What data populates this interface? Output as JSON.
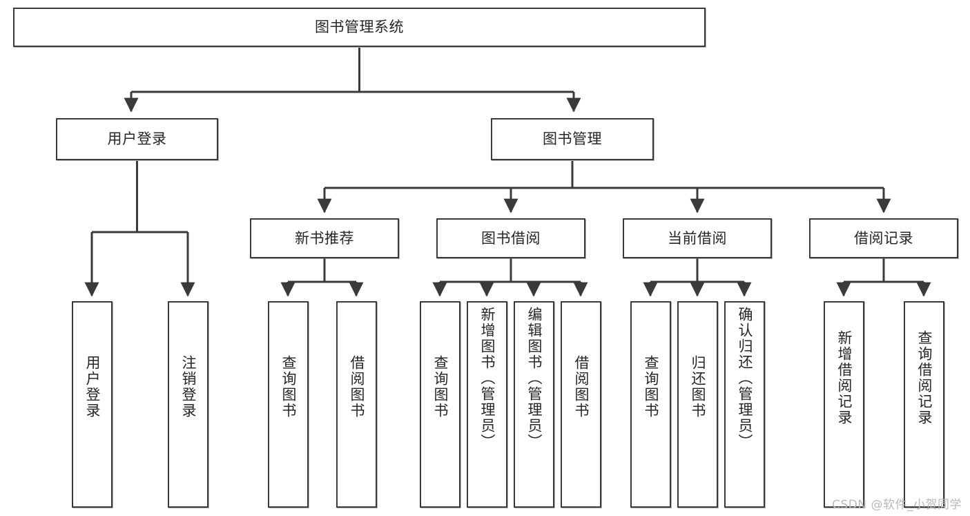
{
  "diagram": {
    "title_node": {
      "label": "图书管理系统"
    },
    "level2": [
      {
        "id": "user-login",
        "label": "用户登录"
      },
      {
        "id": "book-management",
        "label": "图书管理"
      }
    ],
    "level3": [
      {
        "id": "new-book-recommend",
        "label": "新书推荐"
      },
      {
        "id": "book-borrow",
        "label": "图书借阅"
      },
      {
        "id": "current-borrow",
        "label": "当前借阅"
      },
      {
        "id": "borrow-record",
        "label": "借阅记录"
      }
    ],
    "leaves": {
      "user_login": [
        {
          "id": "leaf-user-login",
          "label": "用户登录"
        },
        {
          "id": "leaf-logout-login",
          "label": "注销登录"
        }
      ],
      "new_book_recommend": [
        {
          "id": "leaf-query-book-1",
          "label": "查询图书"
        },
        {
          "id": "leaf-borrow-book-1",
          "label": "借阅图书"
        }
      ],
      "book_borrow": [
        {
          "id": "leaf-query-book-2",
          "label": "查询图书"
        },
        {
          "id": "leaf-add-book-admin",
          "label": "新增图书（管理员）"
        },
        {
          "id": "leaf-edit-book-admin",
          "label": "编辑图书（管理员）"
        },
        {
          "id": "leaf-borrow-book-2",
          "label": "借阅图书"
        }
      ],
      "current_borrow": [
        {
          "id": "leaf-query-book-3",
          "label": "查询图书"
        },
        {
          "id": "leaf-return-book",
          "label": "归还图书"
        },
        {
          "id": "leaf-confirm-return-admin",
          "label": "确认归还（管理员）"
        }
      ],
      "borrow_record": [
        {
          "id": "leaf-add-borrow-record",
          "label": "新增借阅记录"
        },
        {
          "id": "leaf-query-borrow-record",
          "label": "查询借阅记录"
        }
      ]
    }
  },
  "watermark": {
    "text": "CSDN @软件_小贺同学"
  },
  "colors": {
    "stroke": "#3a3a3a",
    "fill": "#ffffff",
    "text": "#262626",
    "watermark": "#b9b9b9"
  }
}
